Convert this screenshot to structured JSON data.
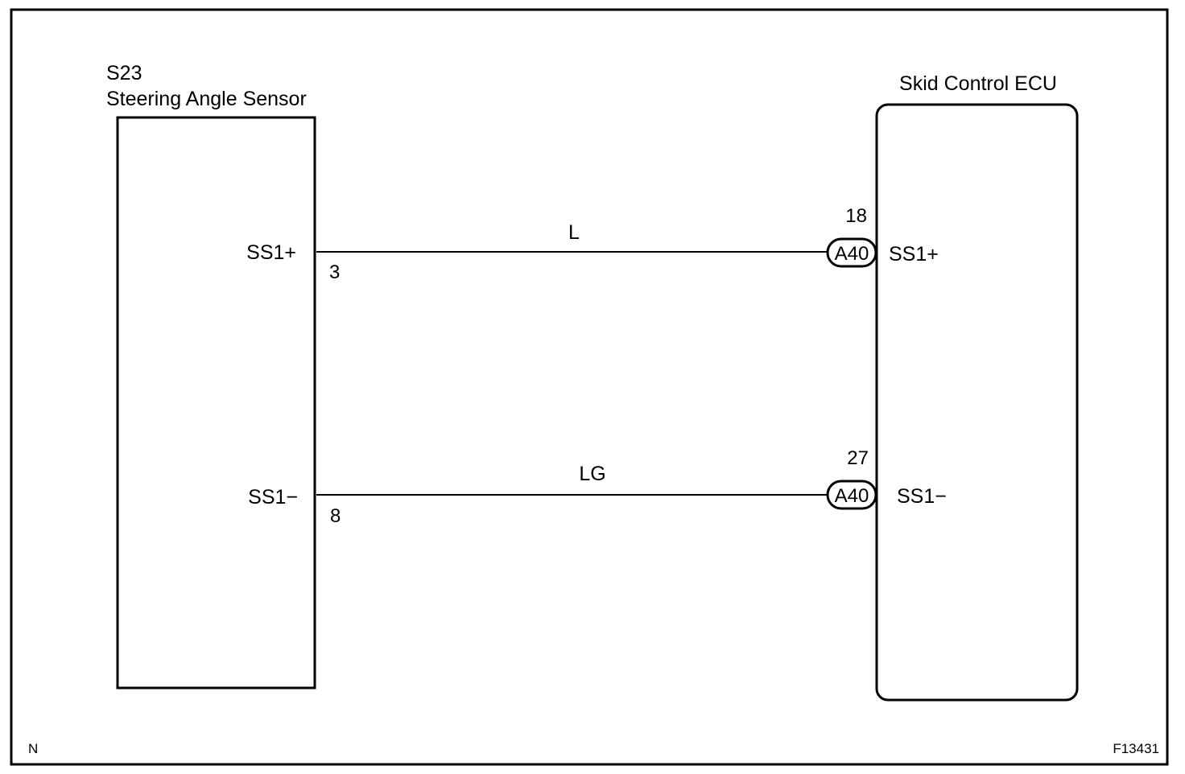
{
  "sensor": {
    "code": "S23",
    "name": "Steering Angle Sensor"
  },
  "ecu": {
    "name": "Skid Control ECU"
  },
  "wires": [
    {
      "sensor_terminal_label": "SS1+",
      "sensor_pin": "3",
      "wire_color": "L",
      "connector": "A40",
      "ecu_pin": "18",
      "ecu_terminal_label": "SS1+"
    },
    {
      "sensor_terminal_label": "SS1−",
      "sensor_pin": "8",
      "wire_color": "LG",
      "connector": "A40",
      "ecu_pin": "27",
      "ecu_terminal_label": "SS1−"
    }
  ],
  "footer": {
    "left_mark": "N",
    "figure_id": "F13431"
  }
}
